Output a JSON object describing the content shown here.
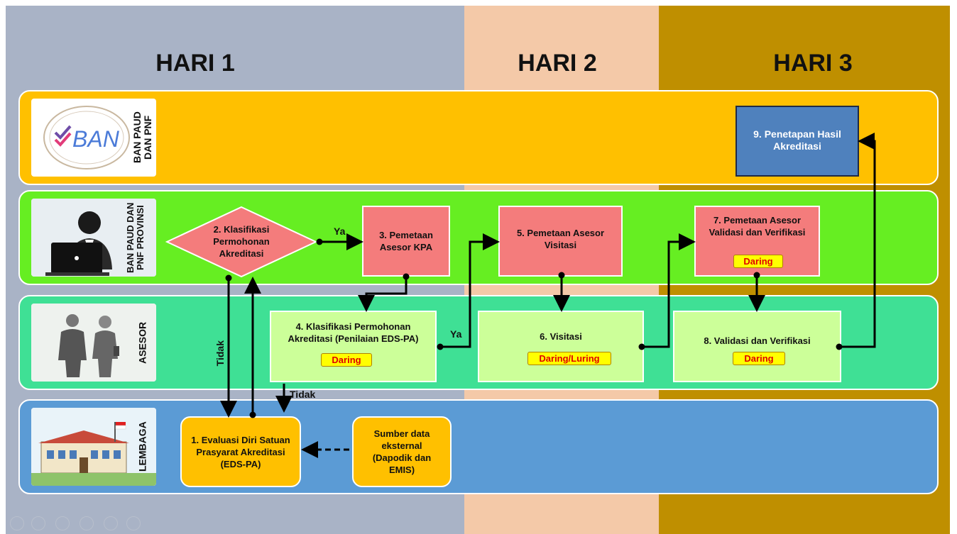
{
  "days": [
    "HARI 1",
    "HARI 2",
    "HARI 3"
  ],
  "lanes": [
    {
      "label": "BAN PAUD DAN PNF",
      "icon": "ban-logo"
    },
    {
      "label": "BAN PAUD DAN PNF PROVINSI",
      "icon": "person-laptop-icon"
    },
    {
      "label": "ASESOR",
      "icon": "assessors-people-icon"
    },
    {
      "label": "LEMBAGA",
      "icon": "school-building-icon"
    }
  ],
  "logo_text": "BAN",
  "nodes": {
    "n1": "1. Evaluasi Diri Satuan Prasyarat Akreditasi (EDS-PA)",
    "n2": "2. Klasifikasi Permohonan Akreditasi",
    "n3": "3. Pemetaan Asesor KPA",
    "n4": "4. Klasifikasi Permohonan Akreditasi (Penilaian EDS-PA)",
    "n4_badge": "Daring",
    "n5": "5. Pemetaan Asesor Visitasi",
    "n6": "6. Visitasi",
    "n6_badge": "Daring/Luring",
    "n7": "7. Pemetaan Asesor Validasi dan Verifikasi",
    "n7_badge": "Daring",
    "n8": "8. Validasi dan Verifikasi",
    "n8_badge": "Daring",
    "n9": "9. Penetapan Hasil Akreditasi",
    "ext": "Sumber data eksternal (Dapodik dan EMIS)"
  },
  "edge_labels": {
    "ya1": "Ya",
    "ya2": "Ya",
    "tidak1": "Tidak",
    "tidak2": "Tidak"
  },
  "colors": {
    "hari1": "#a9b3c6",
    "hari2": "#f4c9a8",
    "hari3": "#bf8f00",
    "lane_ban": "#ffc000",
    "lane_provinsi": "#66ee22",
    "lane_asesor": "#3fe095",
    "lane_lembaga": "#5b9bd5",
    "process_pink": "#f47c7c",
    "process_green": "#ccff99",
    "badge_yellow": "#ffff00",
    "badge_text": "#e00000"
  }
}
